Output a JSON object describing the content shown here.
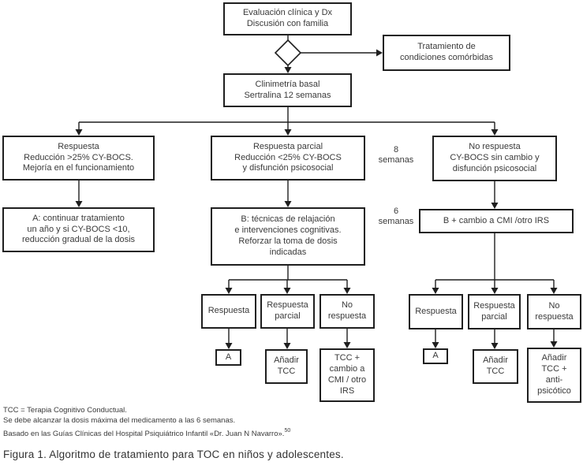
{
  "figure": {
    "caption": "Figura 1. Algoritmo de tratamiento para TOC en niños y adolescentes.",
    "footnotes": [
      "TCC = Terapia Cognitivo Conductual.",
      "Se debe alcanzar la dosis máxima del medicamento a las 6 semanas.",
      "Basado en las Guías Clínicas del Hospital Psiquiátrico Infantil «Dr. Juan N Navarro»."
    ],
    "footnote_ref": "50"
  },
  "labels": {
    "weeks8": {
      "number": "8",
      "unit": "semanas"
    },
    "weeks6": {
      "number": "6",
      "unit": "semanas"
    }
  },
  "nodes": {
    "evaluacion": {
      "lines": [
        "Evaluación clínica y Dx",
        "Discusión con familia"
      ]
    },
    "comorbidas": {
      "lines": [
        "Tratamiento de",
        "condiciones comórbidas"
      ]
    },
    "clinimetria": {
      "lines": [
        "Clinimetría basal",
        "Sertralina 12 semanas"
      ]
    },
    "respuesta": {
      "lines": [
        "Respuesta",
        "Reducción >25% CY-BOCS.",
        "Mejoría en el funcionamiento"
      ]
    },
    "respuesta_parcial": {
      "lines": [
        "Respuesta parcial",
        "Reducción <25% CY-BOCS",
        "y disfunción psicosocial"
      ]
    },
    "no_respuesta": {
      "lines": [
        "No respuesta",
        "CY-BOCS sin cambio y",
        "disfunción psicosocial"
      ]
    },
    "opcion_a": {
      "lines": [
        "A: continuar tratamiento",
        "un año y si CY-BOCS <10,",
        "reducción gradual de la dosis"
      ]
    },
    "opcion_b": {
      "lines": [
        "B: técnicas de relajación",
        "e intervenciones cognitivas.",
        "Reforzar la toma de dosis",
        "indicadas"
      ]
    },
    "b_cambio": {
      "lines": [
        "B + cambio a CMI /otro IRS"
      ]
    },
    "m_respuesta": {
      "lines": [
        "Respuesta"
      ]
    },
    "m_parcial": {
      "lines": [
        "Respuesta",
        "parcial"
      ]
    },
    "m_no_respuesta": {
      "lines": [
        "No",
        "respuesta"
      ]
    },
    "m_a": {
      "lines": [
        "A"
      ]
    },
    "m_anadir_tcc": {
      "lines": [
        "Añadir",
        "TCC"
      ]
    },
    "m_tcc_cambio": {
      "lines": [
        "TCC +",
        "cambio a",
        "CMI / otro",
        "IRS"
      ]
    },
    "r_respuesta": {
      "lines": [
        "Respuesta"
      ]
    },
    "r_parcial": {
      "lines": [
        "Respuesta",
        "parcial"
      ]
    },
    "r_no_respuesta": {
      "lines": [
        "No",
        "respuesta"
      ]
    },
    "r_a": {
      "lines": [
        "A"
      ]
    },
    "r_anadir_tcc": {
      "lines": [
        "Añadir",
        "TCC"
      ]
    },
    "r_anadir_anti": {
      "lines": [
        "Añadir",
        "TCC +",
        "anti-",
        "psicótico"
      ]
    }
  },
  "colors": {
    "line": "#1f1f1f",
    "background": "#ffffff",
    "text": "#3a3a3a"
  }
}
